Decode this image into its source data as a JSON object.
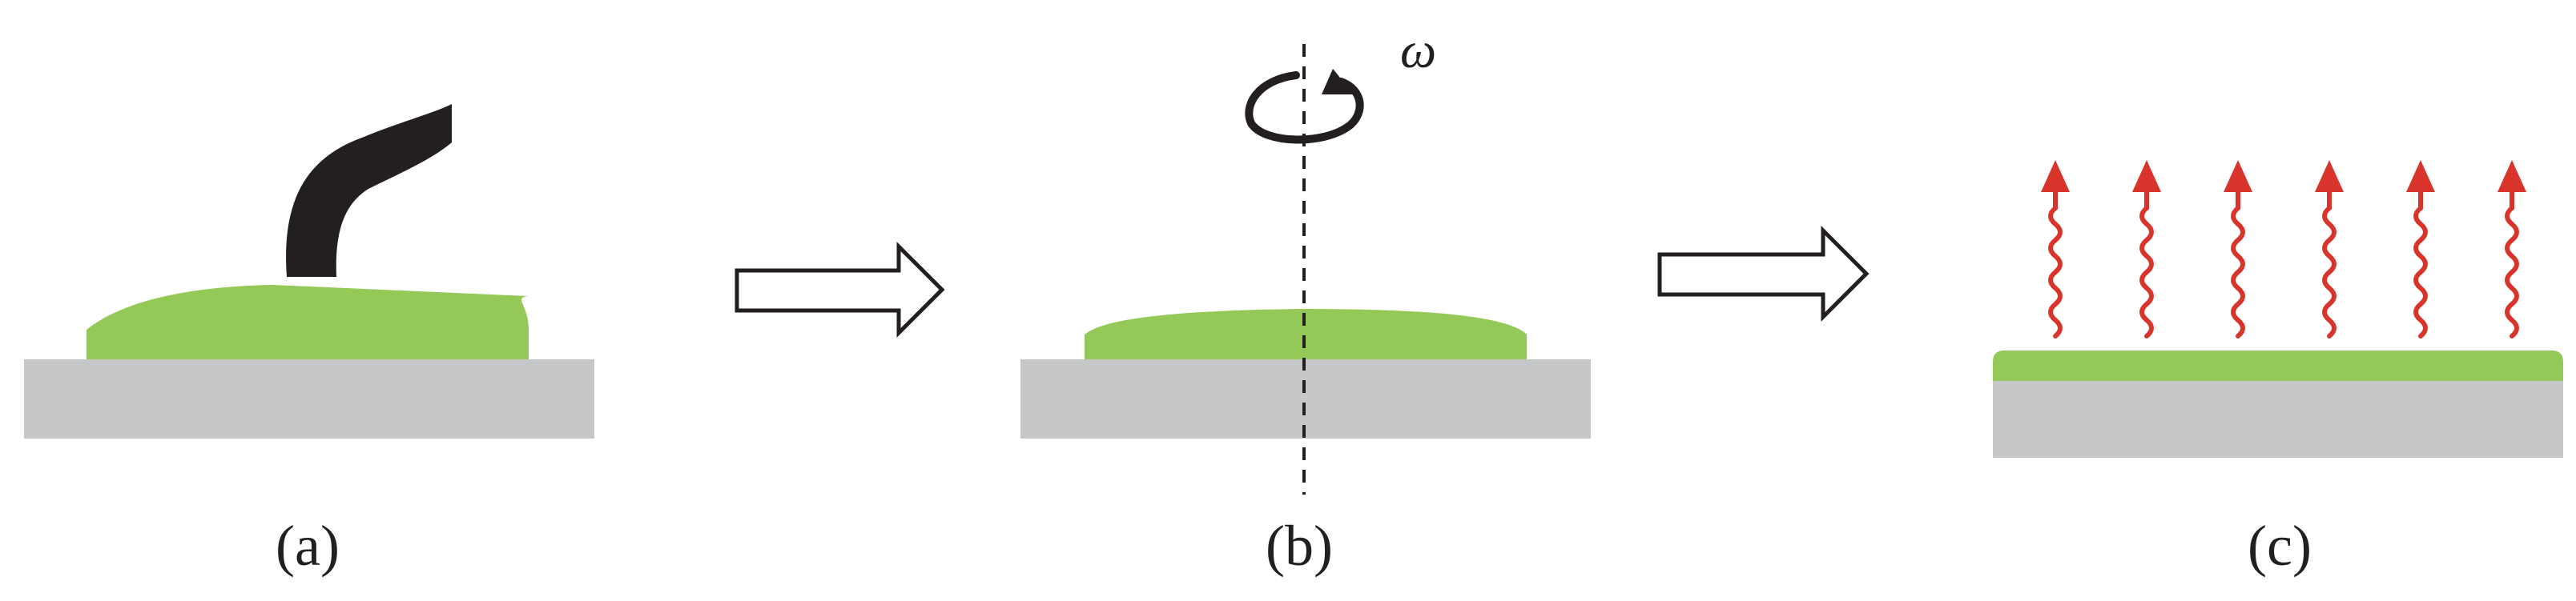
{
  "panels": [
    {
      "id": "a",
      "caption": "(a)"
    },
    {
      "id": "b",
      "caption": "(b)",
      "rotation_symbol": "ω"
    },
    {
      "id": "c",
      "caption": "(c)"
    }
  ],
  "colors": {
    "substrate": "#c6c7c9",
    "film": "#94c957",
    "dispenser": "#231f20",
    "evaporation_arrow": "#d9342b",
    "outline": "#231f20",
    "background": "#ffffff"
  },
  "icons": {
    "step_arrow": "hollow-right-arrow",
    "rotation": "circular-arrow-icon",
    "evaporation": "wavy-up-arrow-icon"
  },
  "evaporation_arrow_count": 6
}
